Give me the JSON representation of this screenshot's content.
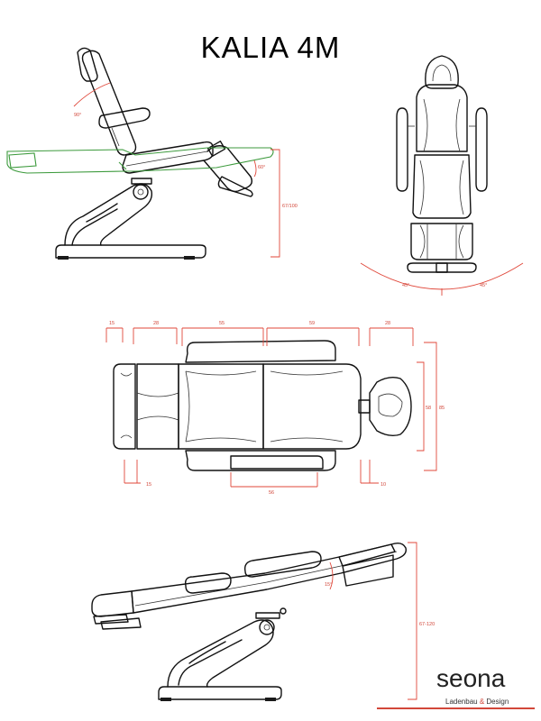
{
  "title": "KALIA 4M",
  "colors": {
    "dimension": "#d2473a",
    "recline": "#3c9a3c",
    "line": "#111111"
  },
  "side_view": {
    "angle_back": "90°",
    "angle_foot": "60°",
    "height": "67/100"
  },
  "top_view": {
    "angle_left": "45°",
    "angle_right": "45°"
  },
  "plan_view": {
    "top_dims": [
      "15",
      "28",
      "55",
      "59",
      "28"
    ],
    "bottom_left": "15",
    "bottom_center": "56",
    "bottom_right": "10",
    "right_inner": "58",
    "right_outer": "85"
  },
  "lower_view": {
    "angle": "15°",
    "height": "67-120"
  },
  "logo": {
    "main": "seona",
    "sub_left": "Ladenbau",
    "sub_amp": "&",
    "sub_right": "Design"
  }
}
